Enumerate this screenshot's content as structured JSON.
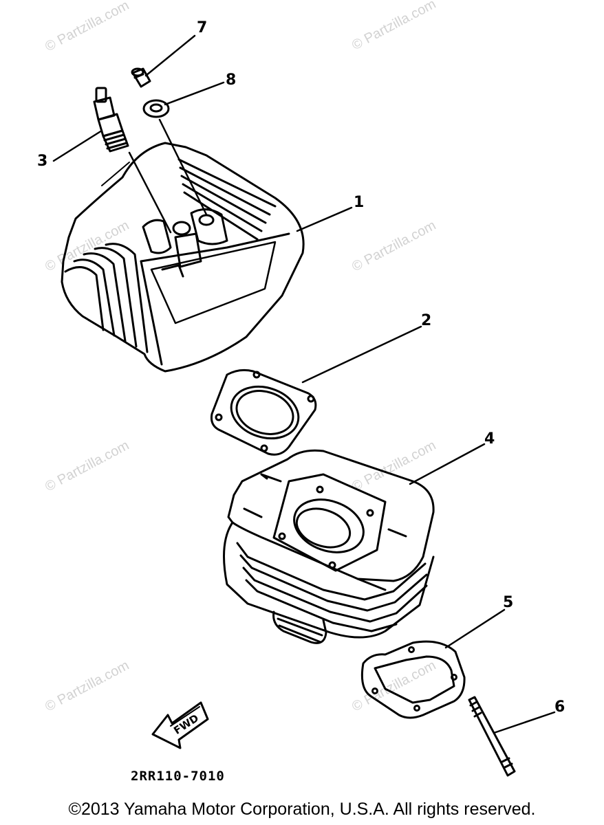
{
  "callouts": {
    "c1": "1",
    "c2": "2",
    "c3": "3",
    "c4": "4",
    "c5": "5",
    "c6": "6",
    "c7": "7",
    "c8": "8"
  },
  "fwd_label": "FWD",
  "diagram_code": "2RR110-7010",
  "copyright": "©2013 Yamaha Motor Corporation, U.S.A. All rights reserved.",
  "watermark": "© Partzilla.com",
  "colors": {
    "ink": "#000000",
    "watermark": "#d2d2d2",
    "background": "#ffffff"
  }
}
